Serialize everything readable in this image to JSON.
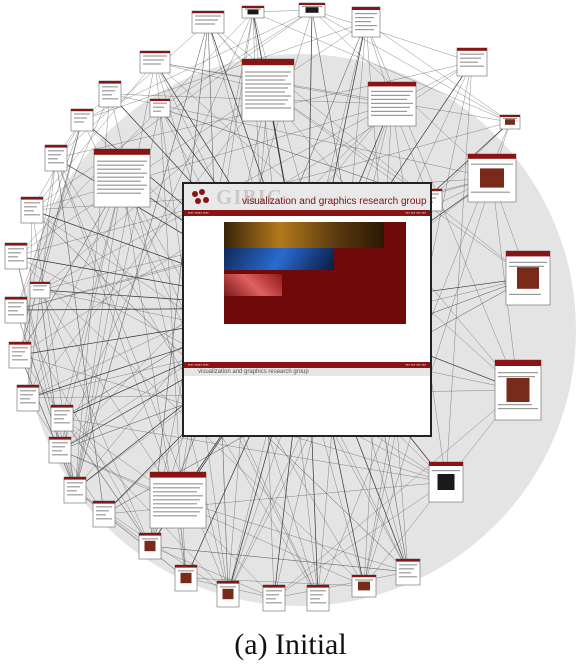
{
  "caption": "(a) Initial",
  "center_page": {
    "logo": "GIBIC",
    "tagline": "visualization and graphics research group",
    "footer_text": "visualization and graphics research group"
  },
  "colors": {
    "accent": "#8a1414",
    "edge": "#555555",
    "disk": "#e4e4e4"
  },
  "graph": {
    "node_count": 37,
    "nodes": [
      {
        "id": "n1",
        "kind": "text"
      },
      {
        "id": "n2",
        "kind": "dark"
      },
      {
        "id": "n3",
        "kind": "dark"
      },
      {
        "id": "n4",
        "kind": "text"
      },
      {
        "id": "n5",
        "kind": "text"
      },
      {
        "id": "n6",
        "kind": "text"
      },
      {
        "id": "n7",
        "kind": "text"
      },
      {
        "id": "n8",
        "kind": "text"
      },
      {
        "id": "n9",
        "kind": "text"
      },
      {
        "id": "n10",
        "kind": "text"
      },
      {
        "id": "n11",
        "kind": "text"
      },
      {
        "id": "n12",
        "kind": "text"
      },
      {
        "id": "n13",
        "kind": "text"
      },
      {
        "id": "n14",
        "kind": "text"
      },
      {
        "id": "n15",
        "kind": "text"
      },
      {
        "id": "n16",
        "kind": "text"
      },
      {
        "id": "n17",
        "kind": "text"
      },
      {
        "id": "n18",
        "kind": "text"
      },
      {
        "id": "n19",
        "kind": "thumb"
      },
      {
        "id": "n20",
        "kind": "thumb"
      },
      {
        "id": "n21",
        "kind": "thumb"
      },
      {
        "id": "n22",
        "kind": "text"
      },
      {
        "id": "n23",
        "kind": "text"
      },
      {
        "id": "n24",
        "kind": "thumb"
      },
      {
        "id": "n25",
        "kind": "text"
      },
      {
        "id": "n26",
        "kind": "dark"
      },
      {
        "id": "n27",
        "kind": "thumb"
      },
      {
        "id": "n28",
        "kind": "thumb"
      },
      {
        "id": "n29",
        "kind": "thumb"
      },
      {
        "id": "n30",
        "kind": "text"
      },
      {
        "id": "n31",
        "kind": "thumb"
      },
      {
        "id": "n32",
        "kind": "text"
      },
      {
        "id": "n33",
        "kind": "text"
      },
      {
        "id": "n34",
        "kind": "text"
      },
      {
        "id": "n35",
        "kind": "text"
      },
      {
        "id": "n36",
        "kind": "text"
      },
      {
        "id": "n37",
        "kind": "text"
      }
    ]
  }
}
